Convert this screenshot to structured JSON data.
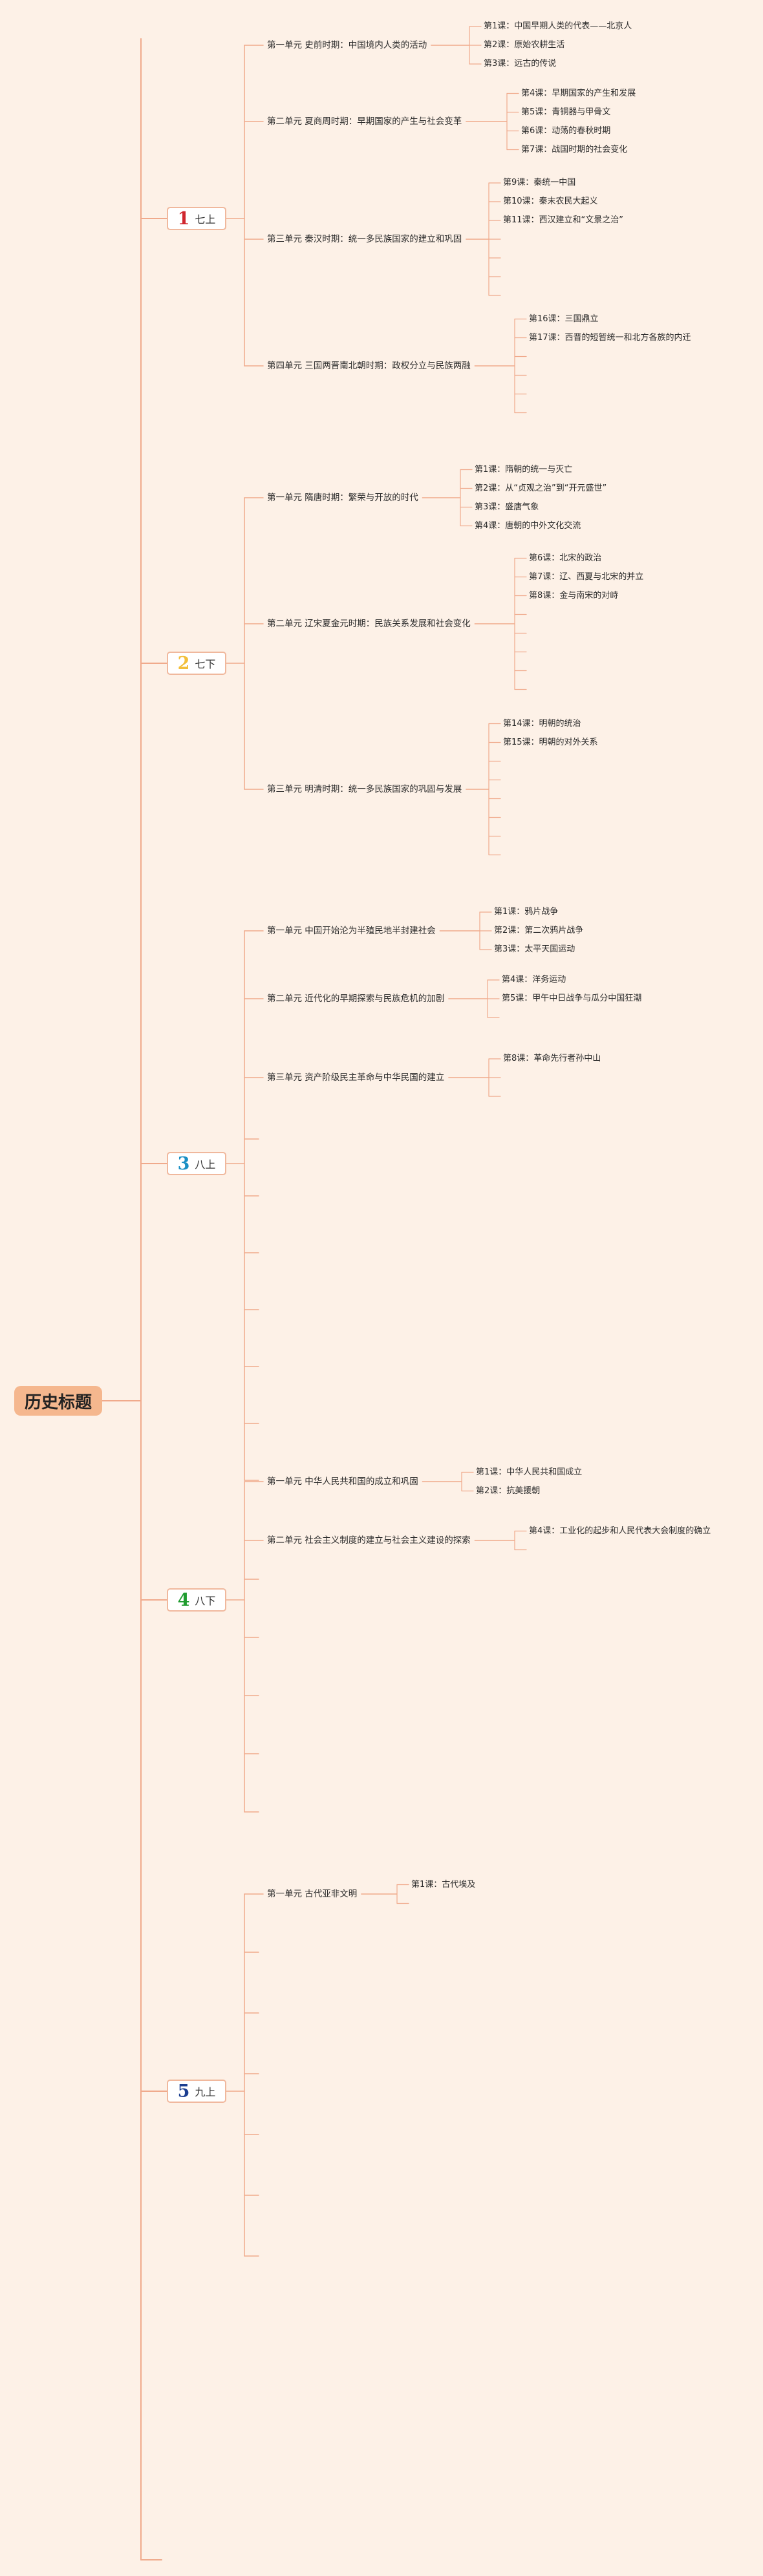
{
  "root": {
    "title": "历史标题"
  },
  "colors": {
    "line": "#f0aa8c",
    "background": "#fdf1e7",
    "root_fill": "#f5b78e"
  },
  "grades": [
    {
      "num": "1",
      "label": "七上",
      "color": "#d0262e",
      "units": [
        {
          "title": "第一单元 史前时期：中国境内人类的活动",
          "lessons": [
            "第1课：中国早期人类的代表——北京人",
            "第2课：原始农耕生活",
            "第3课：远古的传说"
          ],
          "blanks": 0
        },
        {
          "title": "第二单元 夏商周时期：早期国家的产生与社会变革",
          "lessons": [
            "第4课：早期国家的产生和发展",
            "第5课：青铜器与甲骨文",
            "第6课：动荡的春秋时期",
            "第7课：战国时期的社会变化"
          ],
          "blanks": 0
        },
        {
          "title": "第三单元 秦汉时期：统一多民族国家的建立和巩固",
          "lessons": [
            "第9课：秦统一中国",
            "第10课：秦末农民大起义",
            "第11课：西汉建立和“文景之治”"
          ],
          "blanks": 4
        },
        {
          "title": "第四单元 三国两晋南北朝时期：政权分立与民族两融",
          "lessons": [
            "第16课：三国鼎立",
            "第17课：西晋的短暂统一和北方各族的内迁"
          ],
          "blanks": 4
        }
      ],
      "extra_blanks": 0
    },
    {
      "num": "2",
      "label": "七下",
      "color": "#f2bf3b",
      "units": [
        {
          "title": "第一单元 隋唐时期：繁荣与开放的时代",
          "lessons": [
            "第1课：隋朝的统一与灭亡",
            "第2课：从“贞观之治”到“开元盛世”",
            "第3课：盛唐气象",
            "第4课：唐朝的中外文化交流"
          ],
          "blanks": 0
        },
        {
          "title": "第二单元 辽宋夏金元时期：民族关系发展和社会变化",
          "lessons": [
            "第6课：北宋的政治",
            "第7课：辽、西夏与北宋的并立",
            "第8课：金与南宋的对峙"
          ],
          "blanks": 5
        },
        {
          "title": "第三单元 明清时期：统一多民族国家的巩固与发展",
          "lessons": [
            "第14课：明朝的统治",
            "第15课：明朝的对外关系"
          ],
          "blanks": 6
        }
      ],
      "extra_blanks": 0
    },
    {
      "num": "3",
      "label": "八上",
      "color": "#1a8fc4",
      "units": [
        {
          "title": "第一单元 中国开始沦为半殖民地半封建社会",
          "lessons": [
            "第1课：鸦片战争",
            "第2课：第二次鸦片战争",
            "第3课：太平天国运动"
          ],
          "blanks": 0
        },
        {
          "title": "第二单元 近代化的早期探索与民族危机的加剧",
          "lessons": [
            "第4课：洋务运动",
            "第5课：甲午中日战争与瓜分中国狂潮"
          ],
          "blanks": 1
        },
        {
          "title": "第三单元 资产阶级民主革命与中华民国的建立",
          "lessons": [
            "第8课：革命先行者孙中山"
          ],
          "blanks": 2
        }
      ],
      "extra_blanks": 7
    },
    {
      "num": "4",
      "label": "八下",
      "color": "#1f9c2f",
      "units": [
        {
          "title": "第一单元 中华人民共和国的成立和巩固",
          "lessons": [
            "第1课：中华人民共和国成立",
            "第2课：抗美援朝"
          ],
          "blanks": 0
        },
        {
          "title": "第二单元 社会主义制度的建立与社会主义建设的探索",
          "lessons": [
            "第4课：工业化的起步和人民代表大会制度的确立"
          ],
          "blanks": 1
        }
      ],
      "extra_blanks": 5
    },
    {
      "num": "5",
      "label": "九上",
      "color": "#1b3e90",
      "units": [
        {
          "title": "第一单元 古代亚非文明",
          "lessons": [
            "第1课：古代埃及"
          ],
          "blanks": 1
        }
      ],
      "extra_blanks": 6
    }
  ]
}
